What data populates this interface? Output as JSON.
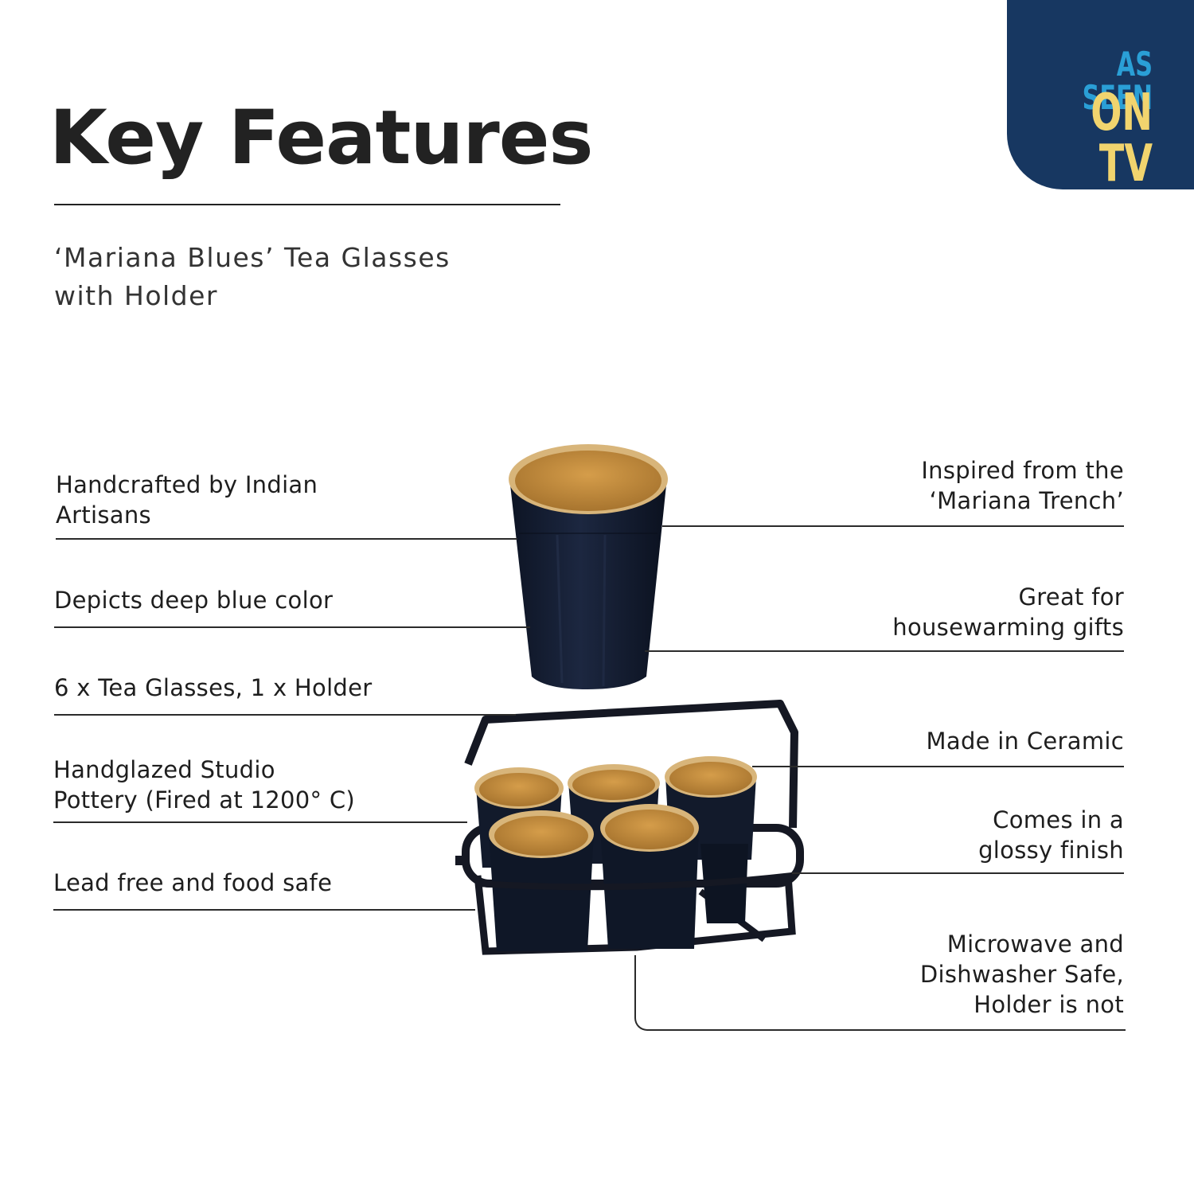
{
  "header": {
    "title": "Key Features",
    "subtitle_line1": "‘Mariana Blues’ Tea Glasses",
    "subtitle_line2": "with Holder"
  },
  "badge": {
    "line1": "AS SEEN",
    "line2": "ON TV",
    "background": "#173761",
    "line1_color": "#2a9fd6",
    "line2_color": "#f1d46e"
  },
  "features_left": [
    {
      "line1": "Handcrafted by Indian",
      "line2": "Artisans"
    },
    {
      "line1": "Depicts deep blue color"
    },
    {
      "line1": "6 x Tea Glasses, 1 x Holder"
    },
    {
      "line1": "Handglazed Studio",
      "line2": "Pottery (Fired at 1200° C)"
    },
    {
      "line1": "Lead free and food safe"
    }
  ],
  "features_right": [
    {
      "line1": "Inspired from the",
      "line2": "‘Mariana Trench’"
    },
    {
      "line1": "Great for",
      "line2": "housewarming gifts"
    },
    {
      "line1": "Made in Ceramic"
    },
    {
      "line1": "Comes in a",
      "line2": "glossy finish"
    },
    {
      "line1": "Microwave and",
      "line2": "Dishwasher Safe,",
      "line3": "Holder is not"
    }
  ],
  "colors": {
    "glaze_outer": "#141c2e",
    "glaze_inner": "#c8913f",
    "holder": "#141620"
  }
}
